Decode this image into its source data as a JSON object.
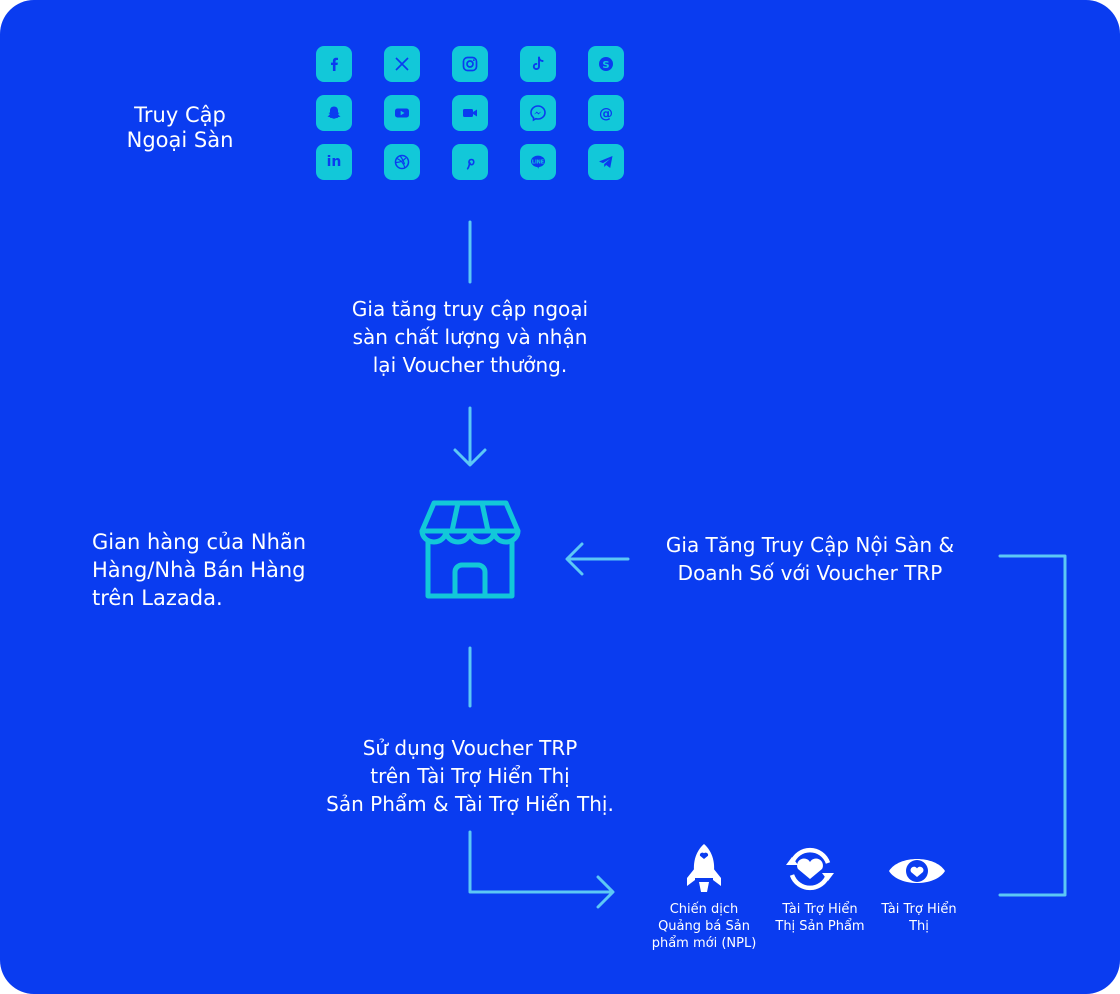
{
  "colors": {
    "background": "#0a3cf0",
    "tile": "#12c8d9",
    "line": "#5cc8f5",
    "text": "#ffffff"
  },
  "external": {
    "label_line1": "Truy Cập",
    "label_line2": "Ngoại Sàn"
  },
  "social_icons": [
    {
      "name": "facebook-icon",
      "glyph": "f"
    },
    {
      "name": "x-icon",
      "glyph": "𝕏"
    },
    {
      "name": "instagram-icon",
      "glyph": ""
    },
    {
      "name": "tiktok-icon",
      "glyph": "♪"
    },
    {
      "name": "skype-icon",
      "glyph": "S"
    },
    {
      "name": "snapchat-icon",
      "glyph": ""
    },
    {
      "name": "youtube-icon",
      "glyph": ""
    },
    {
      "name": "video-icon",
      "glyph": ""
    },
    {
      "name": "messenger-icon",
      "glyph": ""
    },
    {
      "name": "threads-icon",
      "glyph": "@"
    },
    {
      "name": "linkedin-icon",
      "glyph": "in"
    },
    {
      "name": "dribbble-icon",
      "glyph": ""
    },
    {
      "name": "pinterest-icon",
      "glyph": "P"
    },
    {
      "name": "line-icon",
      "glyph": "LINE"
    },
    {
      "name": "telegram-icon",
      "glyph": ""
    }
  ],
  "step_external": {
    "line1": "Gia tăng truy cập ngoại",
    "line2": "sàn chất lượng và nhận",
    "line3": "lại Voucher thưởng."
  },
  "store": {
    "line1": "Gian hàng của Nhãn",
    "line2": "Hàng/Nhà Bán Hàng",
    "line3": "trên Lazada."
  },
  "step_internal": {
    "line1": "Gia Tăng Truy Cập Nội Sàn &",
    "line2": "Doanh Số với Voucher TRP"
  },
  "step_use": {
    "line1": "Sử dụng Voucher TRP",
    "line2": "trên Tài Trợ Hiển Thị",
    "line3": "Sản Phẩm & Tài Trợ Hiển Thị."
  },
  "products": [
    {
      "line1": "Chiến dịch",
      "line2": "Quảng bá Sản",
      "line3": "phẩm mới (NPL)",
      "icon": "rocket-icon"
    },
    {
      "line1": "Tài Trợ Hiển",
      "line2": "Thị Sản Phẩm",
      "line3": "",
      "icon": "product-display-icon"
    },
    {
      "line1": "Tài Trợ Hiển",
      "line2": "Thị",
      "line3": "",
      "icon": "eye-icon"
    }
  ]
}
